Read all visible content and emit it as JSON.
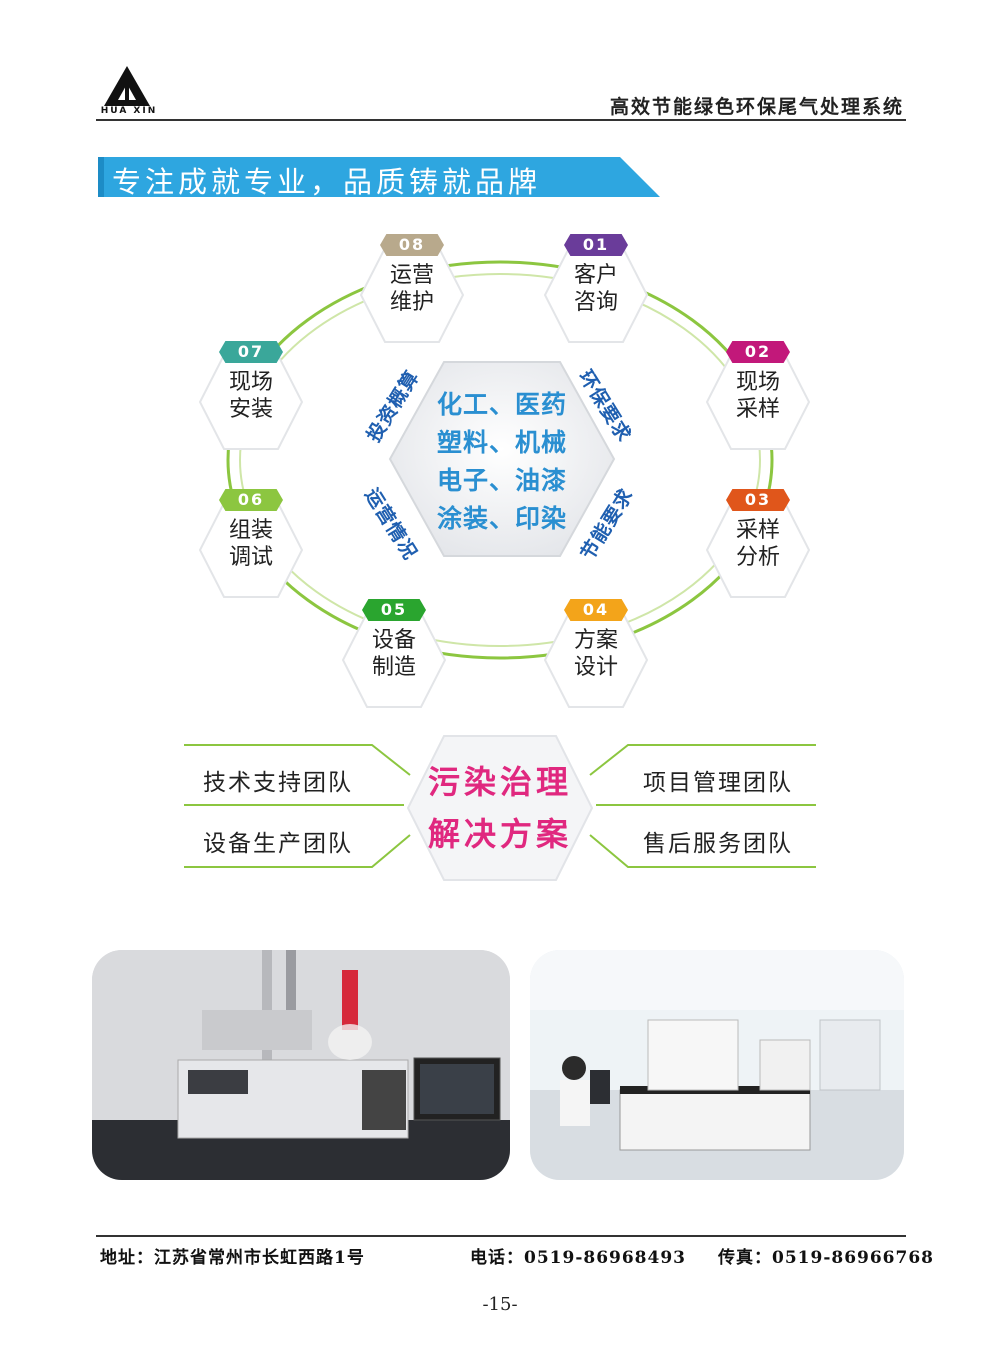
{
  "header": {
    "logo_text": "HUA XIN",
    "doc_title": "高效节能绿色环保尾气处理系统"
  },
  "banner": {
    "text": "专注成就专业，品质铸就品牌"
  },
  "ring": {
    "nodes": [
      {
        "num": "01",
        "line1": "客户",
        "line2": "咨询",
        "color": "#6a3c9a"
      },
      {
        "num": "02",
        "line1": "现场",
        "line2": "采样",
        "color": "#c2187a"
      },
      {
        "num": "03",
        "line1": "采样",
        "line2": "分析",
        "color": "#e0561b"
      },
      {
        "num": "04",
        "line1": "方案",
        "line2": "设计",
        "color": "#f3a41a"
      },
      {
        "num": "05",
        "line1": "设备",
        "line2": "制造",
        "color": "#2aa52f"
      },
      {
        "num": "06",
        "line1": "组装",
        "line2": "调试",
        "color": "#8cc640"
      },
      {
        "num": "07",
        "line1": "现场",
        "line2": "安装",
        "color": "#3aa79a"
      },
      {
        "num": "08",
        "line1": "运营",
        "line2": "维护",
        "color": "#b8a98c"
      }
    ],
    "center": {
      "line1": "化工、医药",
      "line2": "塑料、机械",
      "line3": "电子、油漆",
      "line4": "涂装、印染"
    },
    "side_labels": {
      "top_left": "投资概算",
      "top_right": "环保要求",
      "bottom_left": "运营情况",
      "bottom_right": "节能要求"
    },
    "ring_color": "#8cc640"
  },
  "teams": {
    "core_line1": "污染治理",
    "core_line2": "解决方案",
    "left_top": "技术支持团队",
    "left_bottom": "设备生产团队",
    "right_top": "项目管理团队",
    "right_bottom": "售后服务团队"
  },
  "photos": {
    "left_icon": "lab-instrument-photo",
    "right_icon": "laboratory-photo"
  },
  "footer": {
    "address": "地址：江苏省常州市长虹西路1号",
    "phone": "电话：0519-86968493",
    "fax": "传真：0519-86966768",
    "page": "-15-"
  },
  "colors": {
    "banner_blue": "#2ea6e0",
    "core_pink": "#e0287f",
    "center_blue": "#2a8fd1",
    "green": "#8cc640"
  }
}
